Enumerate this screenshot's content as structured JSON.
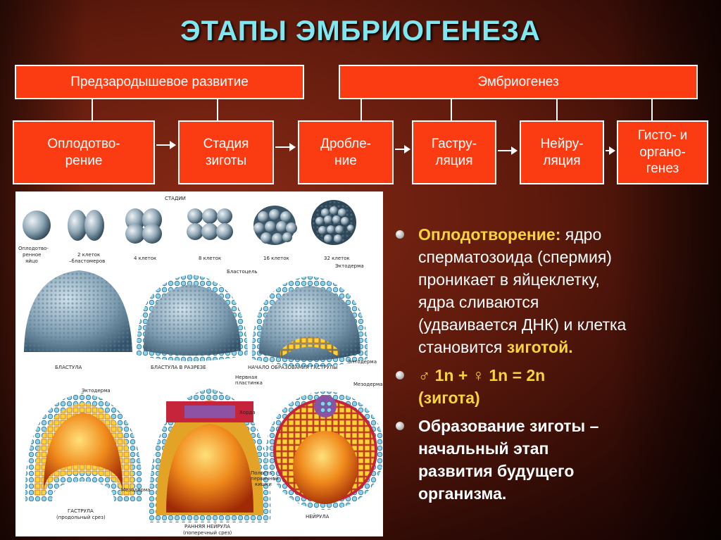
{
  "title": "ЭТАПЫ ЭМБРИОГЕНЕЗА",
  "groups": {
    "pre": "Предзародышевое развитие",
    "embryo": "Эмбриогенез"
  },
  "stages": {
    "s1": [
      "Оплодотво-",
      "рение"
    ],
    "s2": [
      "Стадия",
      "зиготы"
    ],
    "s3": [
      "Дробле-",
      "ние"
    ],
    "s4": [
      "Гастру-",
      "ляция"
    ],
    "s5": [
      "Нейру-",
      "ляция"
    ],
    "s6": [
      "Гисто- и",
      "органо-",
      "генез"
    ]
  },
  "figure": {
    "header": "СТАДИИ",
    "row1": [
      "Оплодотво-",
      "ренное",
      "яйцо",
      "2 клеток",
      "–бластомеров",
      "4 клеток",
      "8 клеток",
      "16 клеток",
      "32 клеток"
    ],
    "row2": [
      "БЛАСТУЛА",
      "БЛАСТУЛА В РАЗРЕЗЕ",
      "НАЧАЛО ОБРАЗОВАНИЯ ГАСТРУЛЫ",
      "Бластоцель",
      "Эктодерма",
      "Энтодерма"
    ],
    "row3": [
      "Эктодерма",
      "Нервная",
      "пластинка",
      "Мезодерма",
      "Хорда",
      "Мезодерма",
      "Полость",
      "первичной",
      "кишки",
      "ГАСТРУЛА",
      "(продольный срез)",
      "РАННЯЯ НЕЙРУЛА",
      "(поперечный срез)",
      "НЕЙРУЛА"
    ]
  },
  "bullets": {
    "b1_head": "Оплодотворение:",
    "b1_lines": [
      "ядро",
      "сперматозоида (спермия)",
      "проникает в яйцеклетку,",
      "ядра сливаются",
      "(удваивается ДНК) и клетка",
      "становится"
    ],
    "b1_highlight": "зиготой.",
    "b2_line1": "♂ 1n + ♀ 1n = 2n",
    "b2_line2": "(зигота)",
    "b3_lines": [
      "Образование зиготы –",
      "начальный этап",
      "развития будущего",
      "организма."
    ]
  },
  "colors": {
    "title": "#7fe7f0",
    "box": "#fb3b12",
    "highlight": "#f7d43a"
  }
}
